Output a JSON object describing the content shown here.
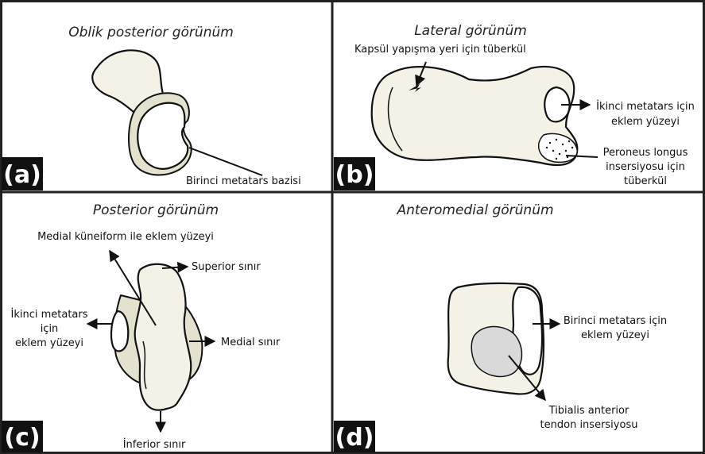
{
  "panels": {
    "a": {
      "letter": "(a)",
      "title": "Oblik posterior görünüm",
      "labels": {
        "base": "Birinci metatars bazisi"
      }
    },
    "b": {
      "letter": "(b)",
      "title": "Lateral görünüm",
      "labels": {
        "capsule": "Kapsül yapışma yeri için tüberkül",
        "second_mt_1": "İkinci metatars için",
        "second_mt_2": "eklem yüzeyi",
        "peroneus_1": "Peroneus longus",
        "peroneus_2": "insersiyosu için",
        "peroneus_3": "tüberkül"
      }
    },
    "c": {
      "letter": "(c)",
      "title": "Posterior görünüm",
      "labels": {
        "medial_cuneiform": "Medial küneiform ile eklem yüzeyi",
        "superior": "Superior sınır",
        "second_mt_1": "İkinci metatars",
        "second_mt_2": "için",
        "second_mt_3": "eklem yüzeyi",
        "medial": "Medial sınır",
        "inferior": "İnferior sınır"
      }
    },
    "d": {
      "letter": "(d)",
      "title": "Anteromedial görünüm",
      "labels": {
        "first_mt_1": "Birinci metatars için",
        "first_mt_2": "eklem yüzeyi",
        "tibialis_1": "Tibialis anterior",
        "tibialis_2": "tendon insersiyosu"
      }
    }
  },
  "colors": {
    "bone": "#f4f2e6",
    "bone_shade": "#e4e2cf",
    "insertion_area": "#d9d9d9",
    "panel_border": "#222222",
    "letter_bg": "#111111"
  }
}
